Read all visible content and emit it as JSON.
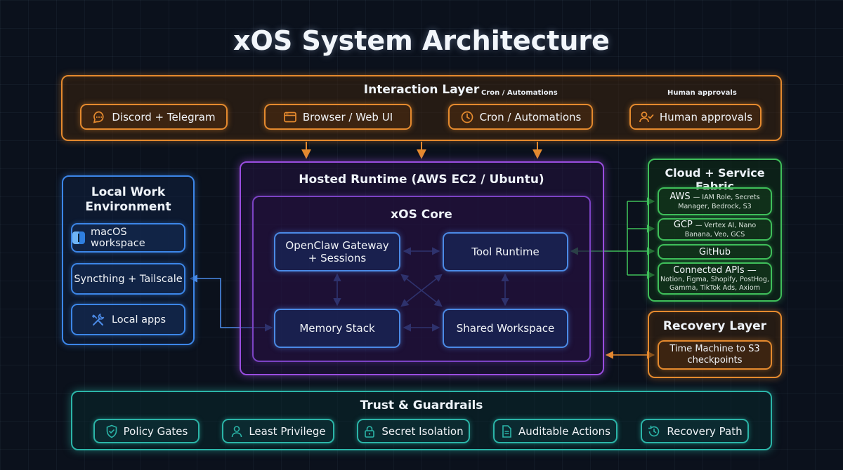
{
  "title": "xOS System Architecture",
  "interaction": {
    "title": "Interaction Layer",
    "label_cron": "Cron / Automations",
    "label_human": "Human approvals",
    "items": [
      {
        "label": "Discord + Telegram",
        "icon": "chat-bubble-icon"
      },
      {
        "label": "Browser / Web UI",
        "icon": "browser-window-icon"
      },
      {
        "label": "Cron / Automations",
        "icon": "clock-icon"
      },
      {
        "label": "Human approvals",
        "icon": "user-check-icon"
      }
    ]
  },
  "local": {
    "title": "Local Work Environment",
    "items": [
      {
        "label": "macOS workspace",
        "icon": "finder-icon"
      },
      {
        "label": "Syncthing + Tailscale",
        "icon": ""
      },
      {
        "label": "Local apps",
        "icon": "tools-icon"
      }
    ]
  },
  "runtime": {
    "title": "Hosted Runtime (AWS EC2 / Ubuntu)",
    "core_title": "xOS Core",
    "gateway": "OpenClaw Gateway + Sessions",
    "tool": "Tool Runtime",
    "memory": "Memory Stack",
    "shared": "Shared Workspace"
  },
  "cloud": {
    "title": "Cloud + Service Fabric",
    "aws": {
      "main": "AWS",
      "detail1": "— IAM Role, Secrets",
      "detail2": "Manager, Bedrock, S3"
    },
    "gcp": {
      "main": "GCP",
      "detail1": "— Vertex AI, Nano",
      "detail2": "Banana, Veo, GCS"
    },
    "github": "GitHub",
    "apis": {
      "main": "Connected APIs —",
      "detail1": "Notion, Figma, Shopify, PostHog,",
      "detail2": "Gamma, TikTok Ads, Axiom"
    }
  },
  "recovery": {
    "title": "Recovery Layer",
    "item": "Time Machine to S3 checkpoints"
  },
  "trust": {
    "title": "Trust & Guardrails",
    "items": [
      {
        "label": "Policy Gates",
        "icon": "shield-check-icon"
      },
      {
        "label": "Least Privilege",
        "icon": "user-icon"
      },
      {
        "label": "Secret Isolation",
        "icon": "lock-icon"
      },
      {
        "label": "Auditable Actions",
        "icon": "document-icon"
      },
      {
        "label": "Recovery Path",
        "icon": "history-icon"
      }
    ]
  },
  "colors": {
    "interaction": "#e58a2e",
    "local": "#3c86e8",
    "runtime": "#9a4de0",
    "cloud": "#3fbf5a",
    "recovery": "#e58a2e",
    "trust": "#2bb5a8"
  }
}
